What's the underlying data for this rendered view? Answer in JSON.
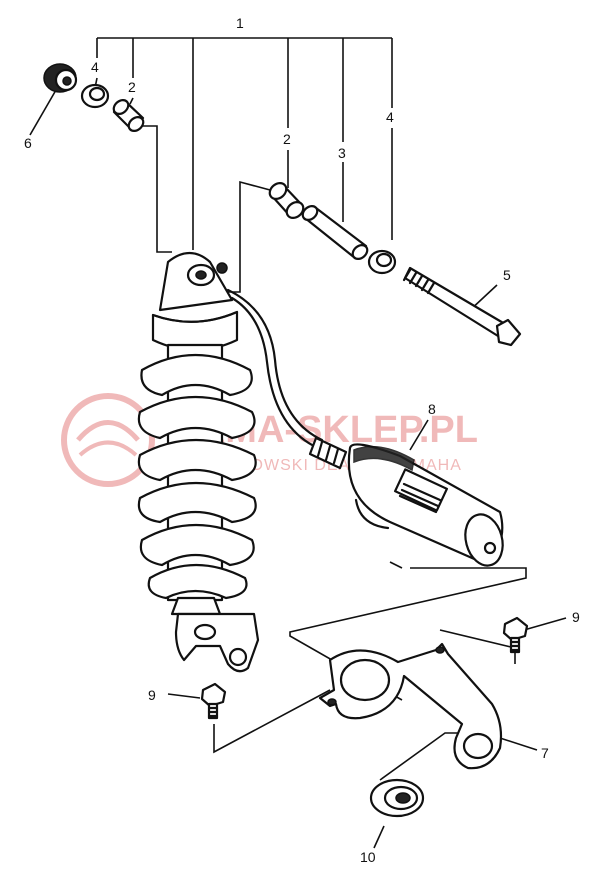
{
  "callouts": {
    "c1": "1",
    "c2a": "2",
    "c2b": "2",
    "c3": "3",
    "c4a": "4",
    "c4b": "4",
    "c5": "5",
    "c6": "6",
    "c7": "7",
    "c8": "8",
    "c9a": "9",
    "c9b": "9",
    "c10": "10"
  },
  "watermark": {
    "title": "YAMA-SKLEP.PL",
    "subtitle": "WOJ. CHOWSKI DEALER YAMAHA"
  },
  "colors": {
    "ink": "#111111",
    "watermark": "#e06565"
  }
}
